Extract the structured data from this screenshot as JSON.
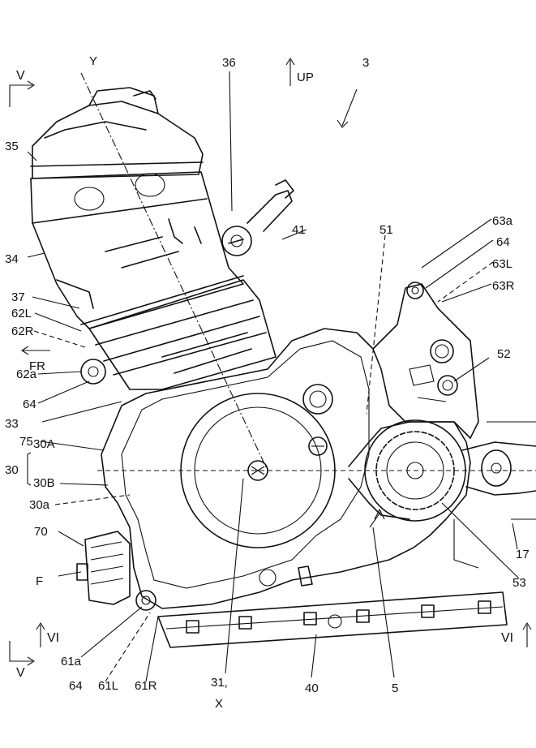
{
  "labels": {
    "l3": "3",
    "l5": "5",
    "l17": "17",
    "l30": "30",
    "l30A": "30A",
    "l30B": "30B",
    "l30a": "30a",
    "l31": "31,",
    "lX": "X",
    "lY": "Y",
    "l33": "33",
    "l34": "34",
    "l35": "35",
    "l36": "36",
    "l37": "37",
    "l40": "40",
    "l41": "41",
    "l51": "51",
    "l52": "52",
    "l53": "53",
    "l61a": "61a",
    "l61L": "61L",
    "l61R": "61R",
    "l62L": "62L",
    "l62R": "62R",
    "l62a": "62a",
    "l63a": "63a",
    "l63L": "63L",
    "l63R": "63R",
    "l64_top": "64",
    "l64_left": "64",
    "l64_bottom": "64",
    "l70": "70",
    "l75": "75",
    "lF": "F",
    "lFR": "FR",
    "lUP": "UP",
    "lV_top": "V",
    "lV_bottom": "V",
    "lVI_left": "VI",
    "lVI_right": "VI"
  }
}
